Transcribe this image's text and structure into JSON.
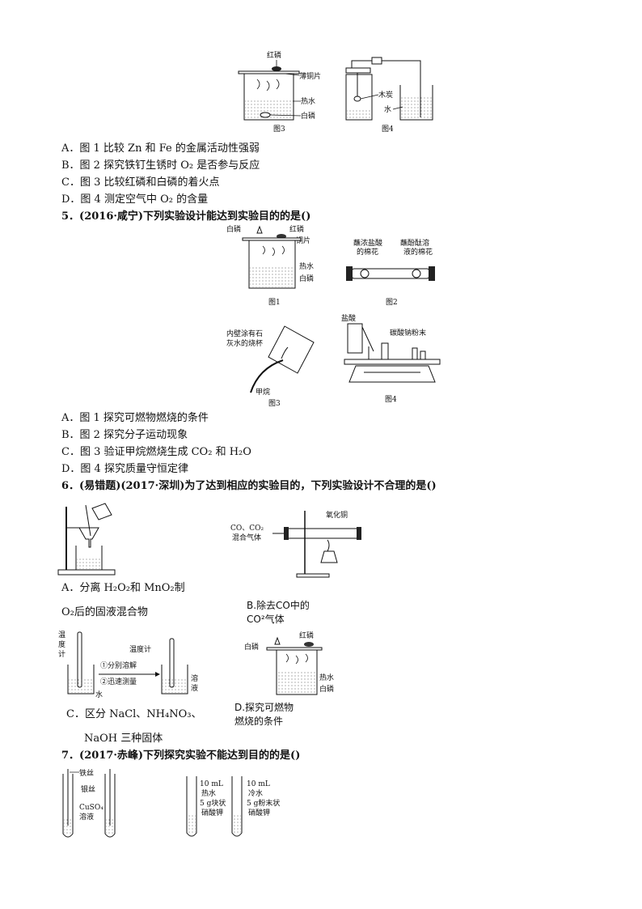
{
  "fig3": {
    "label_top": "红磷",
    "label_right": "薄铜片",
    "label_water": "热水",
    "label_white": "白磷",
    "caption": "图3"
  },
  "fig4": {
    "label_charcoal": "木炭",
    "label_water": "水",
    "caption": "图4"
  },
  "q4": {
    "options": [
      "A．图 1 比较 Zn 和 Fe 的金属活动性强弱",
      "B．图 2 探究铁钉生锈时 O₂ 是否参与反应",
      "C．图 3 比较红磷和白磷的着火点",
      "D．图 4 测定空气中 O₂ 的含量"
    ]
  },
  "q5": {
    "stem": "5．(2016·咸宁)下列实验设计能达到实验目的的是()",
    "fig1": {
      "white": "白磷",
      "red": "红磷",
      "copper": "铜片",
      "hotwater": "热水",
      "white2": "白磷",
      "caption": "图1"
    },
    "fig2": {
      "left": "蘸浓盐酸",
      "left2": "的棉花",
      "right": "蘸酚酞溶",
      "right2": "液的棉花",
      "caption": "图2"
    },
    "fig3": {
      "line1": "内壁涂有石",
      "line2": "灰水的烧杯",
      "gas": "甲烷",
      "caption": "图3"
    },
    "fig4": {
      "acid": "盐酸",
      "powder": "碳酸钠粉末",
      "caption": "图4"
    },
    "options": [
      "A．图 1 探究可燃物燃烧的条件",
      "B．图 2 探究分子运动现象",
      "C．图 3 验证甲烷燃烧生成 CO₂ 和 H₂O",
      "D．图 4 探究质量守恒定律"
    ]
  },
  "q6": {
    "stem": "6．(易错题)(2017·深圳)为了达到相应的实验目的，下列实验设计不合理的是()",
    "figB": {
      "gas1": "CO、CO₂",
      "gas2": "混合气体",
      "oxide": "氧化铜"
    },
    "optA1": "A．分离 H₂O₂和 MnO₂制",
    "optA2": "O₂后的固液混合物",
    "optB1": "B.除去CO中的",
    "optB2": "CO²气体",
    "figC": {
      "t1": "温",
      "t2": "度",
      "t3": "计",
      "step1": "①分别溶解",
      "step2": "②迅速测量",
      "thermo": "温度计",
      "water": "水",
      "sol1": "溶",
      "sol2": "液"
    },
    "optC1": "C．区分 NaCl、NH₄NO₃、",
    "optC2": "NaOH 三种固体",
    "figD": {
      "white": "白磷",
      "red": "红磷",
      "hot": "热水",
      "white2": "白磷"
    },
    "optD1": "D.探究可燃物",
    "optD2": "燃烧的条件"
  },
  "q7": {
    "stem": "7．(2017·赤峰)下列探究实验不能达到目的的是()",
    "figA": {
      "iron": "铁丝",
      "silver": "银丝",
      "cuso1": "CuSO₄",
      "cuso2": "溶液"
    },
    "figB": {
      "l1": "10 mL",
      "l2": "热水",
      "l3": "5 g块状",
      "l4": "硝酸钾",
      "r1": "10 mL",
      "r2": "冷水",
      "r3": "5 g粉末状",
      "r4": "硝酸钾"
    }
  }
}
